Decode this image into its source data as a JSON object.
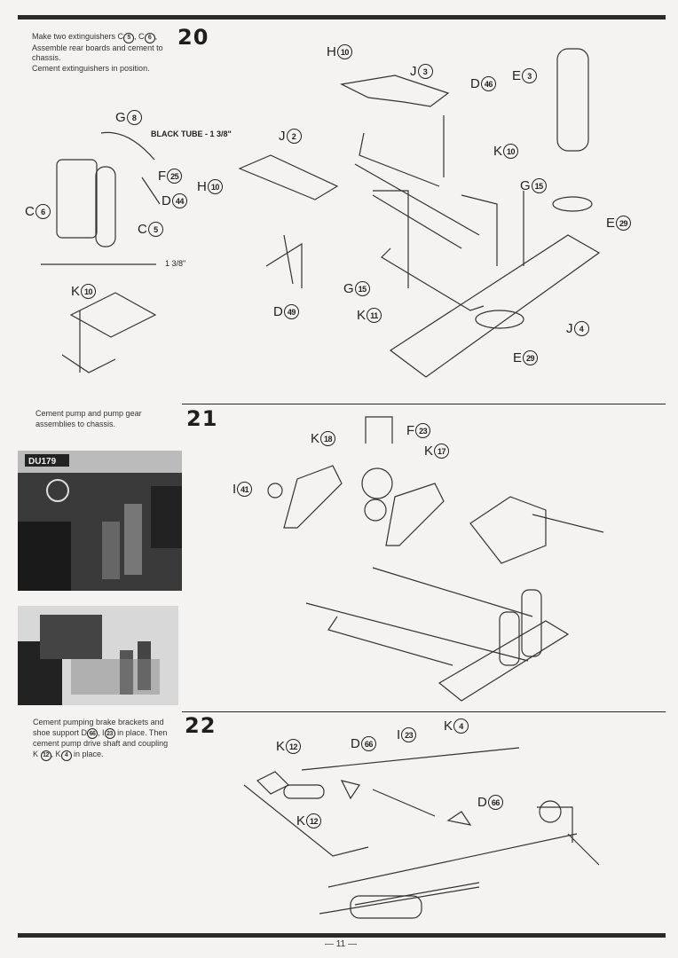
{
  "page_number": "— 11 —",
  "steps": [
    {
      "number": "20",
      "instructions": [
        "Make two extinguishers C",
        "5",
        ", C",
        "6",
        ", Assemble rear boards and cement to chassis.",
        "Cement extinguishers in position."
      ],
      "dimension_labels": [
        "BLACK TUBE - 1 3/8\"",
        "1 3/8\""
      ],
      "part_labels": [
        {
          "letter": "H",
          "num": "10"
        },
        {
          "letter": "J",
          "num": "3"
        },
        {
          "letter": "D",
          "num": "46"
        },
        {
          "letter": "E",
          "num": "3"
        },
        {
          "letter": "G",
          "num": "8"
        },
        {
          "letter": "J",
          "num": "2"
        },
        {
          "letter": "K",
          "num": "10"
        },
        {
          "letter": "F",
          "num": "25"
        },
        {
          "letter": "G",
          "num": "15"
        },
        {
          "letter": "H",
          "num": "10"
        },
        {
          "letter": "D",
          "num": "44"
        },
        {
          "letter": "C",
          "num": "6"
        },
        {
          "letter": "E",
          "num": "29"
        },
        {
          "letter": "C",
          "num": "5"
        },
        {
          "letter": "K",
          "num": "10"
        },
        {
          "letter": "D",
          "num": "49"
        },
        {
          "letter": "G",
          "num": "15"
        },
        {
          "letter": "K",
          "num": "11"
        },
        {
          "letter": "J",
          "num": "4"
        },
        {
          "letter": "E",
          "num": "29"
        }
      ]
    },
    {
      "number": "21",
      "instructions": [
        "Cement pump and pump gear assemblies to chassis."
      ],
      "part_labels": [
        {
          "letter": "F",
          "num": "23"
        },
        {
          "letter": "K",
          "num": "18"
        },
        {
          "letter": "K",
          "num": "17"
        },
        {
          "letter": "I",
          "num": "41"
        }
      ],
      "photo_text": "DU179"
    },
    {
      "number": "22",
      "instructions": [
        "Cement pumping brake brackets and shoe support D",
        "66",
        ", I",
        "23",
        " in place. Then cement pump drive shaft and coupling K ",
        "12",
        ", K",
        "4",
        " in place."
      ],
      "part_labels": [
        {
          "letter": "K",
          "num": "4"
        },
        {
          "letter": "I",
          "num": "23"
        },
        {
          "letter": "D",
          "num": "66"
        },
        {
          "letter": "K",
          "num": "12"
        },
        {
          "letter": "D",
          "num": "66"
        },
        {
          "letter": "K",
          "num": "12"
        }
      ]
    }
  ]
}
